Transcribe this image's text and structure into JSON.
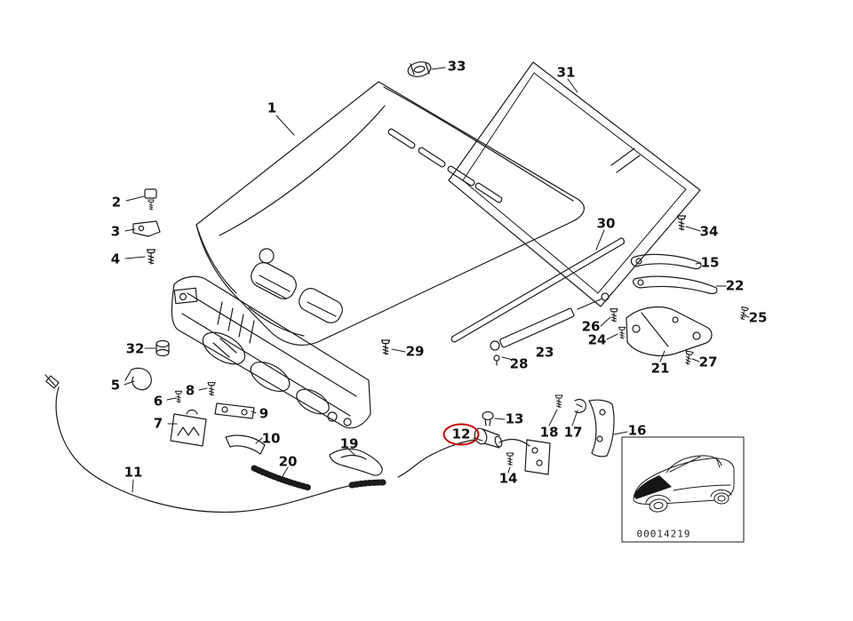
{
  "diagram": {
    "kind": "exploded-parts-diagram",
    "subject": "engine hood / bonnet assembly",
    "background": "#ffffff",
    "line_color": "#1b1b1b",
    "highlight": {
      "callout": "12",
      "color": "#c00000"
    },
    "callouts": [
      "1",
      "2",
      "3",
      "4",
      "5",
      "6",
      "7",
      "8",
      "9",
      "10",
      "11",
      "12",
      "13",
      "14",
      "15",
      "16",
      "17",
      "18",
      "19",
      "20",
      "21",
      "22",
      "23",
      "24",
      "25",
      "26",
      "27",
      "28",
      "29",
      "30",
      "31",
      "32",
      "33",
      "34"
    ],
    "labels": {
      "p1": "1",
      "p2": "2",
      "p3": "3",
      "p4": "4",
      "p5": "5",
      "p6": "6",
      "p7": "7",
      "p8": "8",
      "p9": "9",
      "p10": "10",
      "p11": "11",
      "p12": "12",
      "p13": "13",
      "p14": "14",
      "p15": "15",
      "p16": "16",
      "p17": "17",
      "p18": "18",
      "p19": "19",
      "p20": "20",
      "p21": "21",
      "p22": "22",
      "p23": "23",
      "p24": "24",
      "p25": "25",
      "p26": "26",
      "p27": "27",
      "p28": "28",
      "p29": "29",
      "p30": "30",
      "p31": "31",
      "p32": "32",
      "p33": "33",
      "p34": "34"
    },
    "inset": {
      "code": "00014219"
    }
  }
}
